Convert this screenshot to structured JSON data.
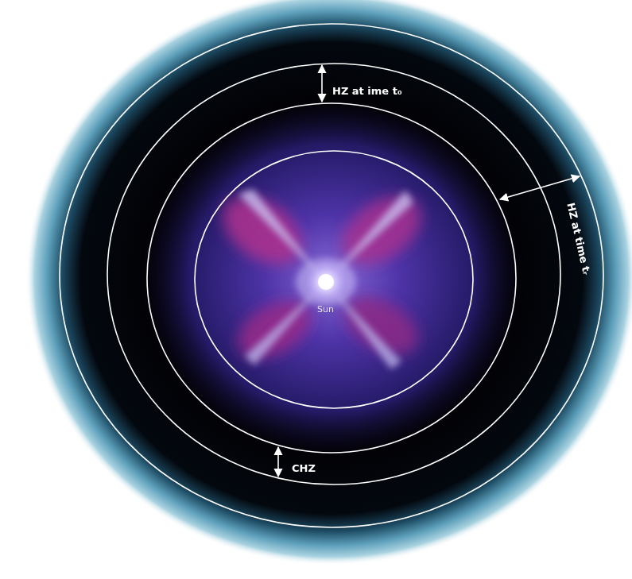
{
  "diagram": {
    "labels": [
      "HZ at ime t₀",
      "HZ at time tᵣ",
      "CHZ",
      "Sun"
    ]
  }
}
